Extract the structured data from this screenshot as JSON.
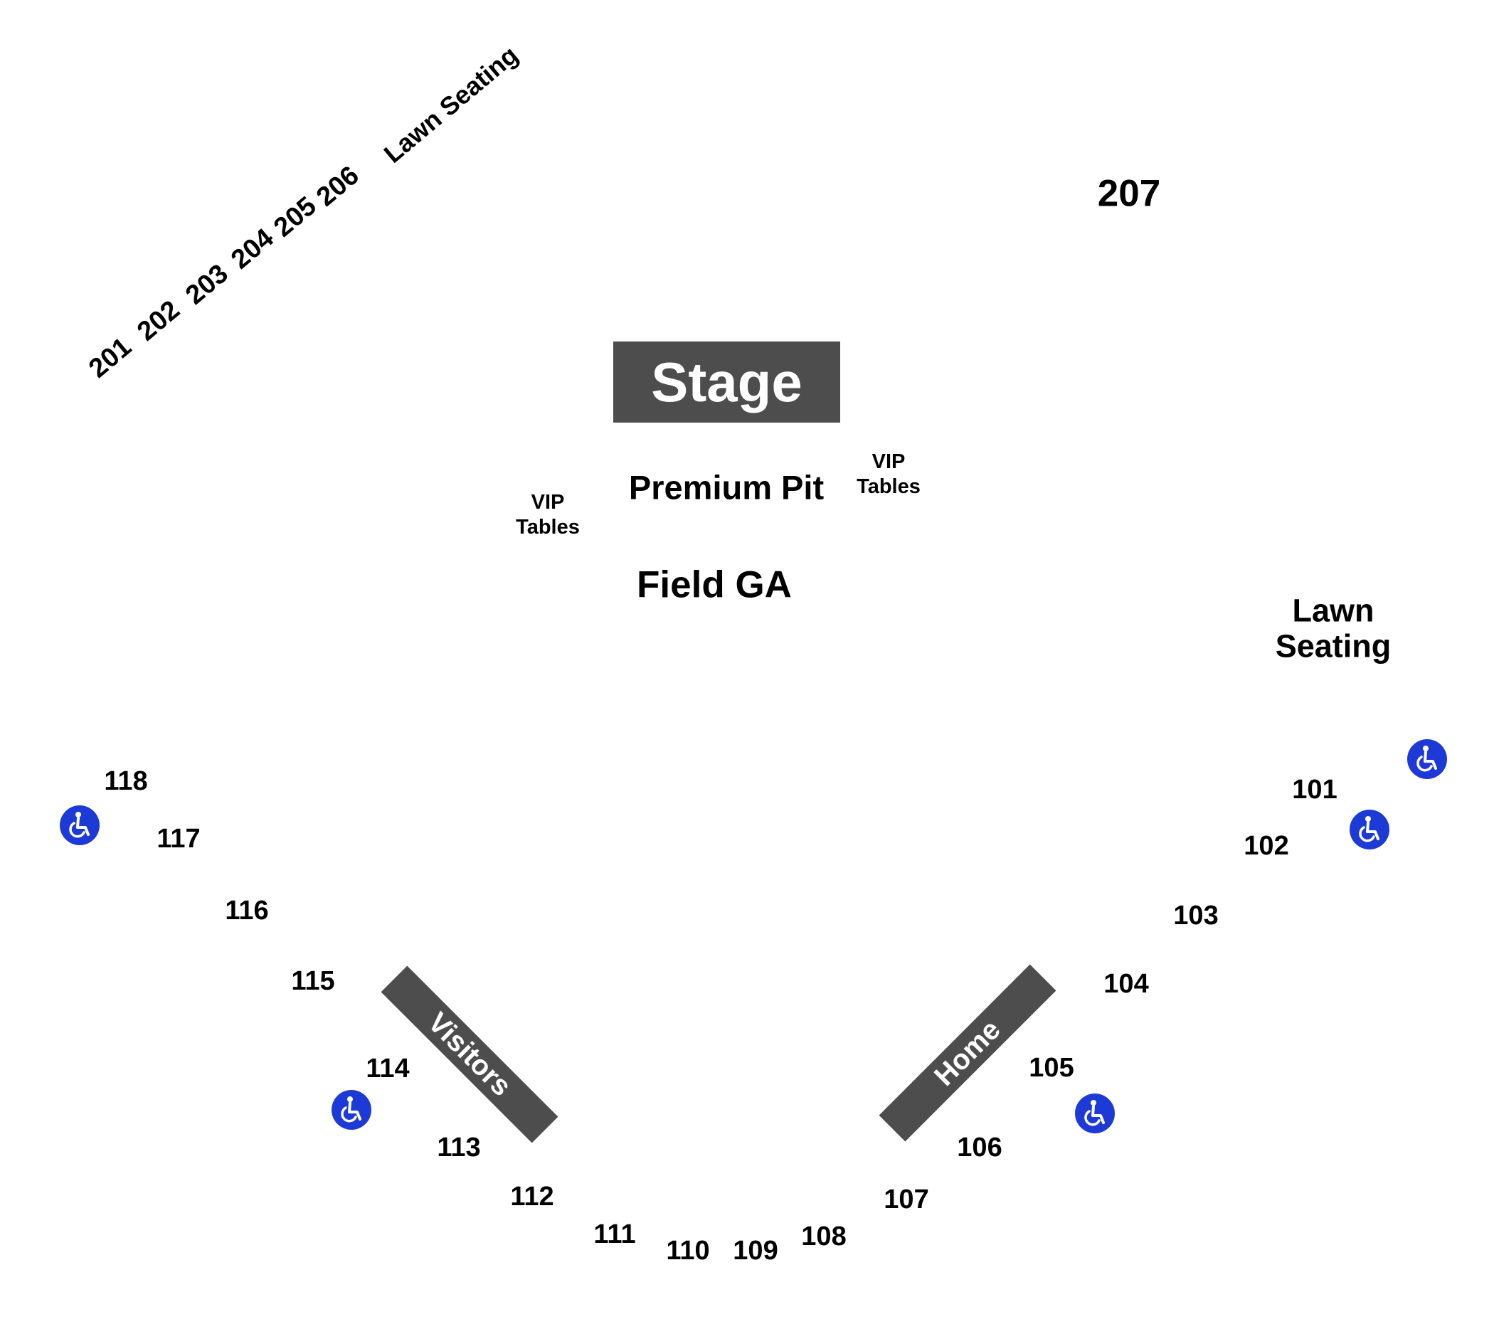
{
  "stage": {
    "label": "Stage"
  },
  "premium_pit": "Premium Pit",
  "field_ga": "Field GA",
  "vip_tables_left": {
    "line1": "VIP",
    "line2": "Tables"
  },
  "vip_tables_right": {
    "line1": "VIP",
    "line2": "Tables"
  },
  "benches": {
    "visitors": "Visitors",
    "home": "Home"
  },
  "upper_sections": {
    "s201": "201",
    "s202": "202",
    "s203": "203",
    "s204": "204",
    "s205": "205",
    "s206": "206",
    "s207": "207"
  },
  "lawn_seating_left": "Lawn Seating",
  "lawn_seating_right": {
    "line1": "Lawn",
    "line2": "Seating"
  },
  "sections": {
    "s101": "101",
    "s102": "102",
    "s103": "103",
    "s104": "104",
    "s105": "105",
    "s106": "106",
    "s107": "107",
    "s108": "108",
    "s109": "109",
    "s110": "110",
    "s111": "111",
    "s112": "112",
    "s113": "113",
    "s114": "114",
    "s115": "115",
    "s116": "116",
    "s117": "117",
    "s118": "118"
  },
  "colors": {
    "background": "#ffffff",
    "box_fill": "#4d4d4d",
    "box_text": "#ffffff",
    "ada_blue": "#1e3ad6",
    "label_text": "#000000"
  },
  "icons": {
    "accessible": "wheelchair-accessible-icon"
  }
}
